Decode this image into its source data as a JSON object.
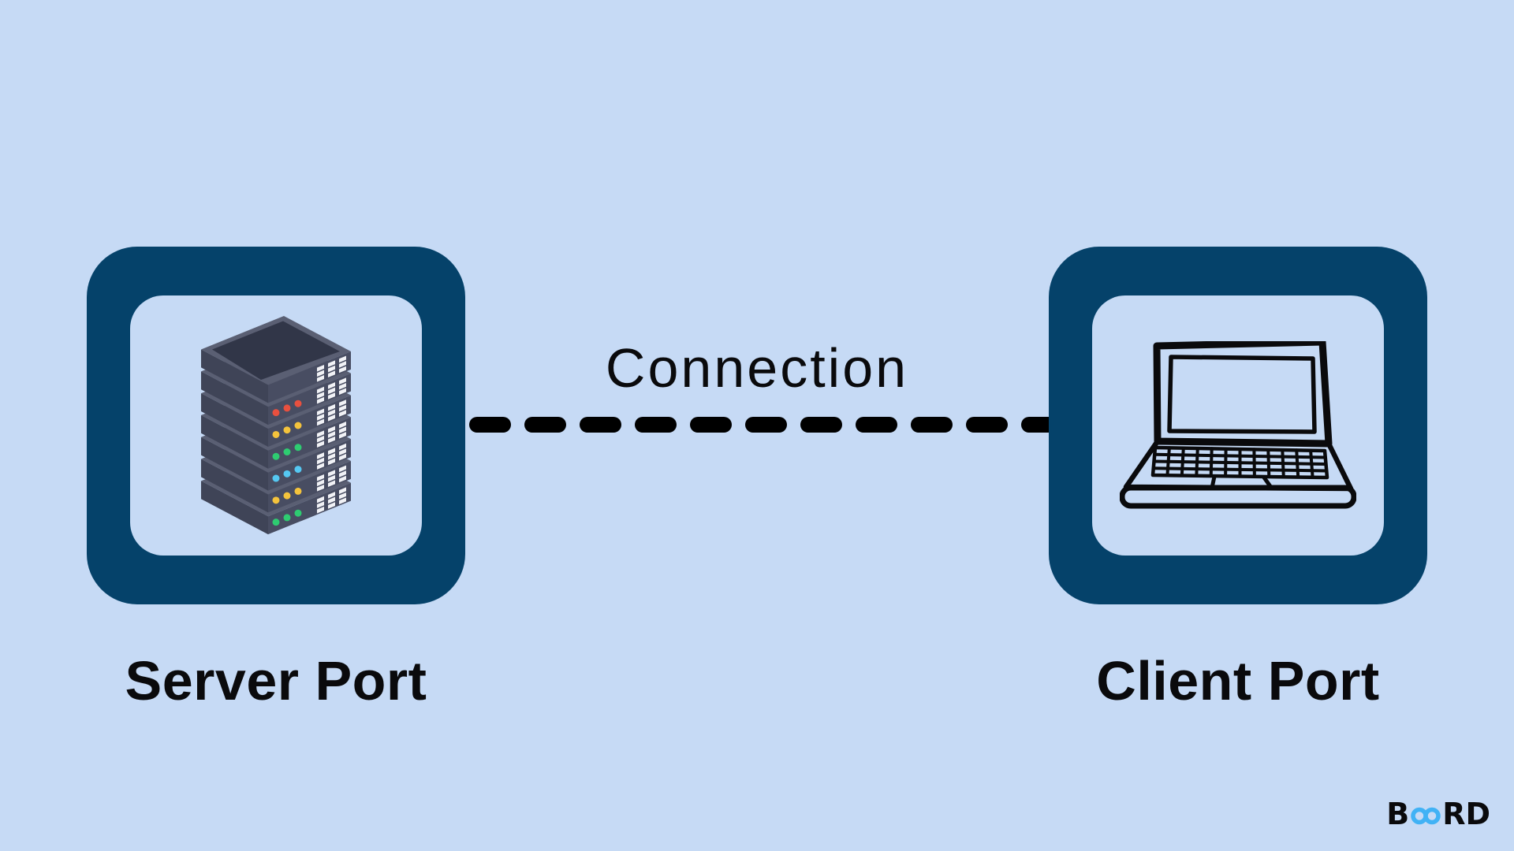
{
  "title": "Server Port to Client Port connection diagram",
  "colors": {
    "bg": "#c6daf5",
    "navy": "#05426a",
    "ink": "#0a0a0c",
    "dash": "#000000",
    "logo-blue": "#41b2f5",
    "srv-rim": "#5a5f73",
    "srv-left": "#3f4457",
    "srv-front": "#484d62",
    "srv-top": "#313648",
    "vent": "#f1f2f6",
    "led-red": "#e8503f",
    "led-yellow": "#f4c33c",
    "led-green": "#2ecc71",
    "led-cyan": "#55c8f2"
  },
  "nodes": {
    "server": {
      "label": "Server Port",
      "icon": "server-rack-icon"
    },
    "client": {
      "label": "Client Port",
      "icon": "laptop-icon"
    }
  },
  "connection": {
    "label": "Connection",
    "style": "dashed"
  },
  "logo": {
    "prefix": "B",
    "suffix": "RD",
    "glyph": "infinity-icon"
  }
}
